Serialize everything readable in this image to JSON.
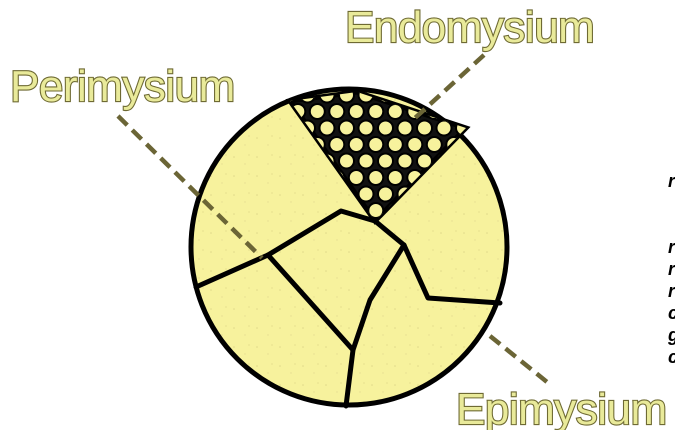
{
  "labels": {
    "endomysium": "Endomysium",
    "perimysium": "Perimysium",
    "epimysium": "Epimysium"
  },
  "side_text_fragments": [
    "r",
    "r",
    "r",
    "r",
    "c",
    "g",
    "c"
  ],
  "colors": {
    "fill": "#f7f29d",
    "outline": "#000000",
    "leader": "#6b6536",
    "label_fill": "#e9ea9a",
    "label_stroke": "#6e6a33",
    "fiber": "#f7f29d"
  }
}
